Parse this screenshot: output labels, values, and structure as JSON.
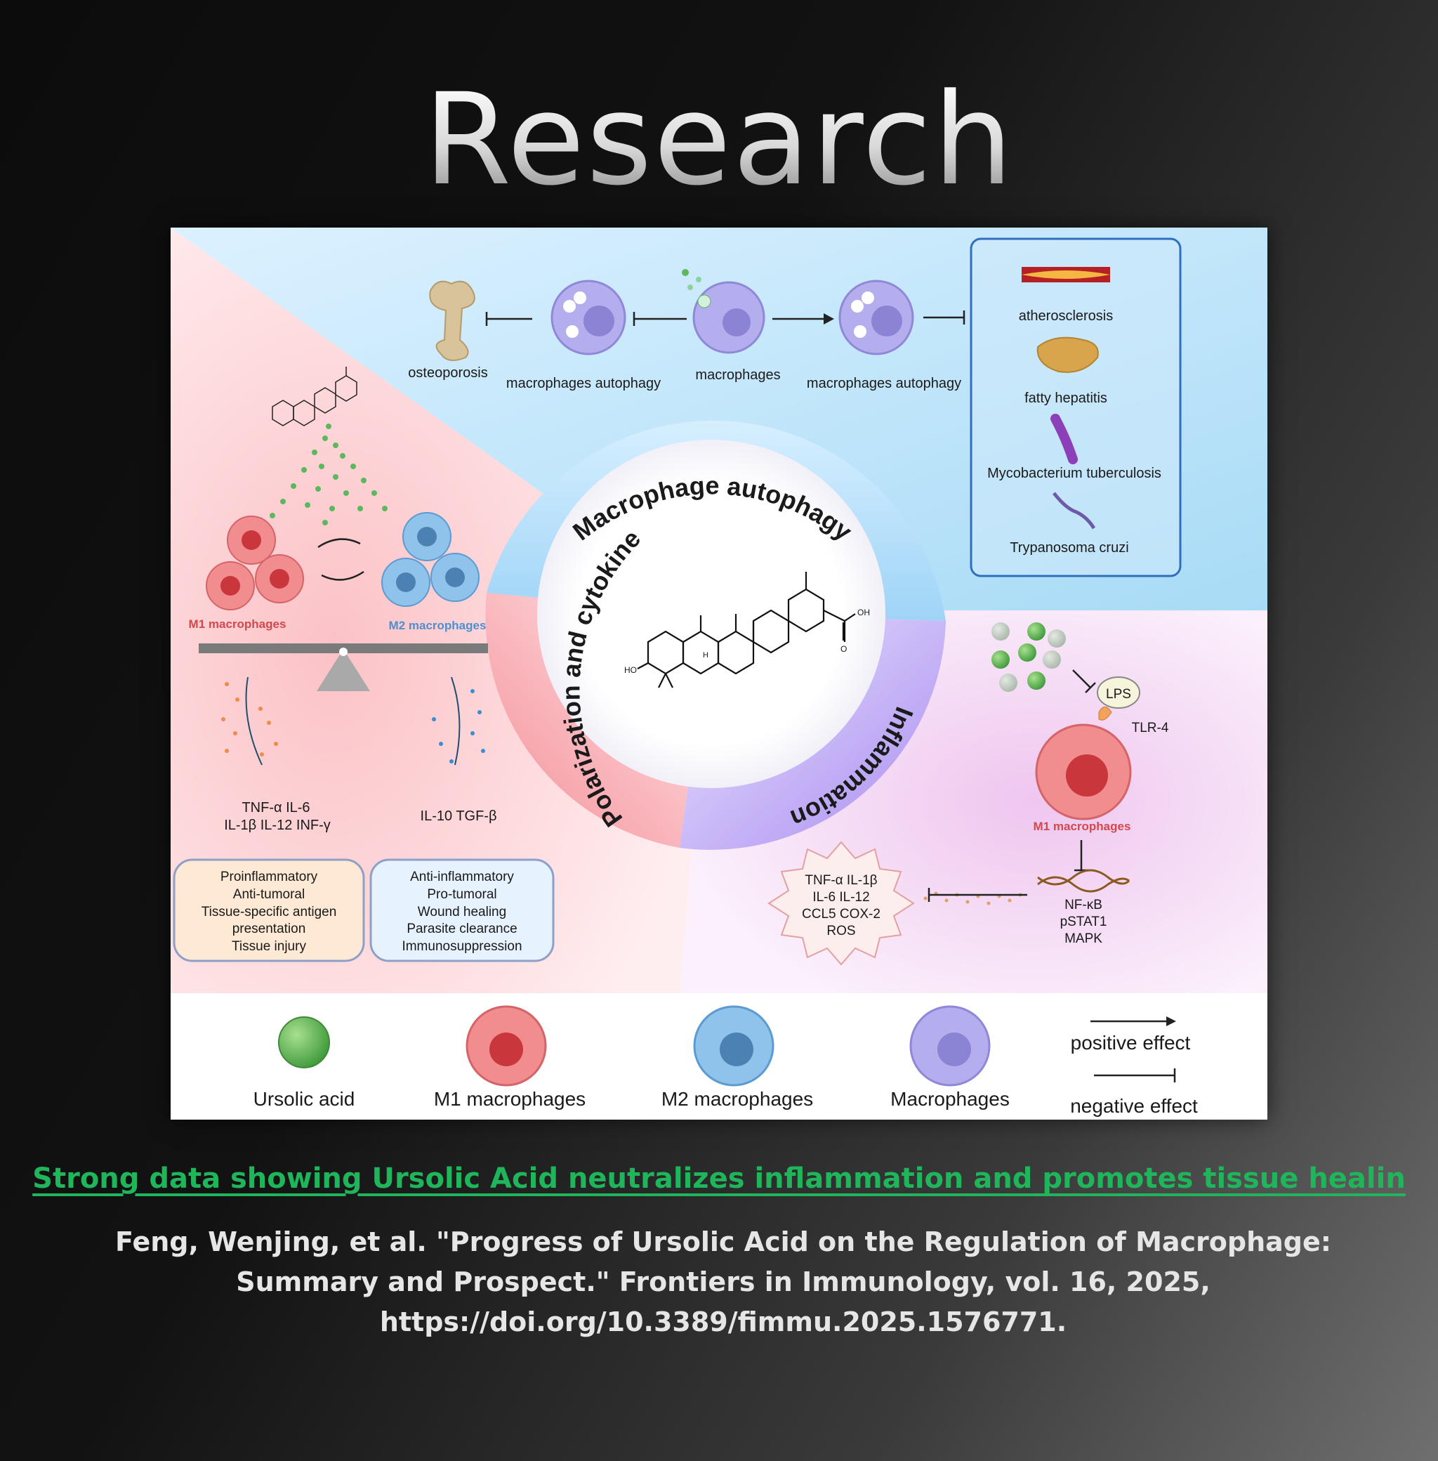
{
  "page_title": "Research",
  "caption_link": "Strong data showing Ursolic Acid neutralizes inflammation and promotes tissue healin",
  "citation": "Feng, Wenjing, et al. \"Progress of Ursolic Acid on the Regulation of Macrophage: Summary and Prospect.\" Frontiers in Immunology, vol. 16, 2025, https://doi.org/10.3389/fimmu.2025.1576771.",
  "figure": {
    "ring_labels": {
      "autophagy": "Macrophage autophagy",
      "polarization": "Polarization and cytokine",
      "inflammation": "Inflammation"
    },
    "top_section": {
      "osteoporosis": "osteoporosis",
      "autophagy_left": "macrophages autophagy",
      "macrophages": "macrophages",
      "autophagy_right": "macrophages autophagy"
    },
    "diseases": [
      "atherosclerosis",
      "fatty hepatitis",
      "Mycobacterium tuberculosis",
      "Trypanosoma cruzi"
    ],
    "polarization": {
      "m1_label": "M1 macrophages",
      "m2_label": "M2 macrophages",
      "m1_cytokines_line1": "TNF-α IL-6",
      "m1_cytokines_line2": "IL-1β IL-12 INF-γ",
      "m2_cytokines": "IL-10 TGF-β",
      "m1_box": [
        "Proinflammatory",
        "Anti-tumoral",
        "Tissue-specific antigen",
        "presentation",
        "Tissue injury"
      ],
      "m2_box": [
        "Anti-inflammatory",
        "Pro-tumoral",
        "Wound healing",
        "Parasite clearance",
        "Immunosuppression"
      ]
    },
    "inflammation": {
      "lps": "LPS",
      "tlr4": "TLR-4",
      "m1_label": "M1 macrophages",
      "star_lines": [
        "TNF-α  IL-1β",
        "IL-6  IL-12",
        "CCL5 COX-2",
        "ROS"
      ],
      "pathway": [
        "NF-κB",
        "pSTAT1",
        "MAPK"
      ]
    },
    "structure_labels": {
      "ho": "HO",
      "oh": "OH",
      "o": "O",
      "h": "H"
    },
    "legend": {
      "ursolic_acid": "Ursolic acid",
      "m1": "M1 macrophages",
      "m2": "M2 macrophages",
      "macrophages": "Macrophages",
      "positive": "positive effect",
      "negative": "negative effect"
    },
    "colors": {
      "m1": "#e06a6d",
      "m2": "#6aa8dc",
      "macrophage": "#a7a1e6",
      "ursolic": "#5cb85c",
      "box_blue": "#2f6fc0"
    }
  }
}
